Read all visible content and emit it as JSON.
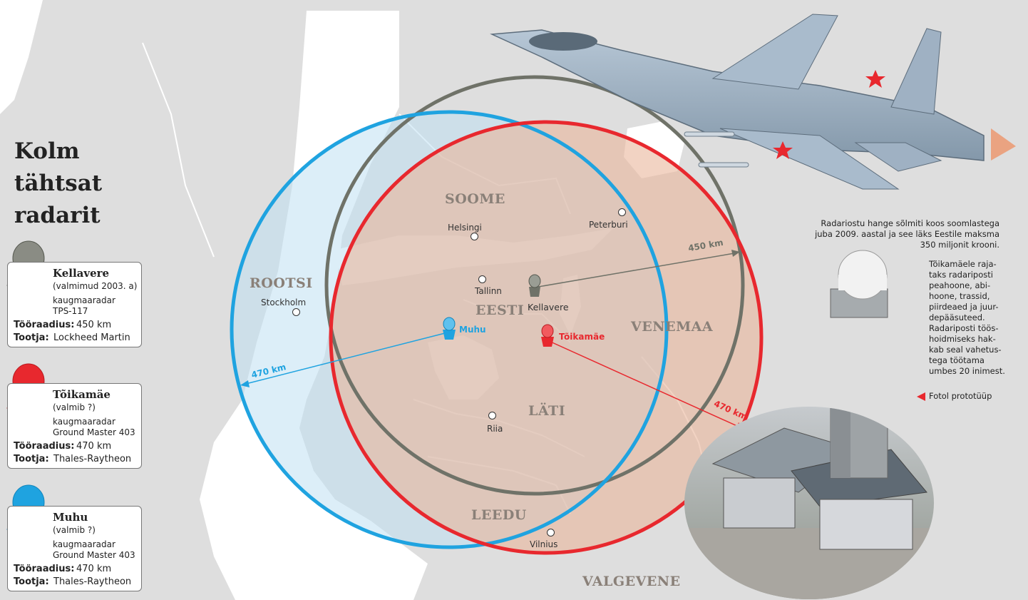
{
  "title": [
    "Kolm",
    "tähtsat",
    "radarit"
  ],
  "labels": {
    "range": "Tööraadius:",
    "maker": "Tootja:"
  },
  "radars": [
    {
      "name": "Kellavere",
      "status": "(valmimud 2003. a)",
      "type_line1": "kaugmaaradar",
      "type_line2": "TPS-117",
      "range": "450 km",
      "maker": "Lockheed Martin",
      "color": "#6f7268"
    },
    {
      "name": "Tõikamäe",
      "status": "(valmib ?)",
      "type_line1": "kaugmaaradar",
      "type_line2": "Ground Master 403",
      "range": "470 km",
      "maker": "Thales-Raytheon",
      "color": "#e8282e"
    },
    {
      "name": "Muhu",
      "status": "(valmib ?)",
      "type_line1": "kaugmaaradar",
      "type_line2": "Ground Master 403",
      "range": "470 km",
      "maker": "Thales-Raytheon",
      "color": "#1fa3e0"
    }
  ],
  "countries": [
    "SOOME",
    "ROOTSI",
    "EESTI",
    "VENEMAA",
    "LÄTI",
    "LEEDU",
    "VALGEVENE"
  ],
  "cities": [
    "Helsingi",
    "Peterburi",
    "Tallinn",
    "Stockholm",
    "Riia",
    "Vilnius"
  ],
  "map_radar_labels": [
    "Kellavere",
    "Muhu",
    "Tõikamäe"
  ],
  "ranges": {
    "kellavere": "450 km",
    "muhu": "470 km",
    "toikamae": "470 km"
  },
  "notes": {
    "note1": [
      "Radariostu hange sõlmiti koos soomlastega",
      "juba 2009. aastal ja see läks Eestile maksma",
      "350 miljonit krooni."
    ],
    "note2": [
      "Tõikamäele raja-",
      "taks radariposti",
      "peahoone, abi-",
      "hoone, trassid,",
      "piirdeaed ja juur-",
      "depääsuteed.",
      "Radariposti töös-",
      "hoidmiseks hak-",
      "kab seal vahetus-",
      "tega töötama",
      "umbes 20 inimest."
    ],
    "photo_caption": "Fotol prototüüp"
  },
  "colors": {
    "sea": "#ffffff",
    "land": "#dcdcdc",
    "blue": "#1fa3e0",
    "red": "#e8282e",
    "gray": "#6f7268"
  }
}
